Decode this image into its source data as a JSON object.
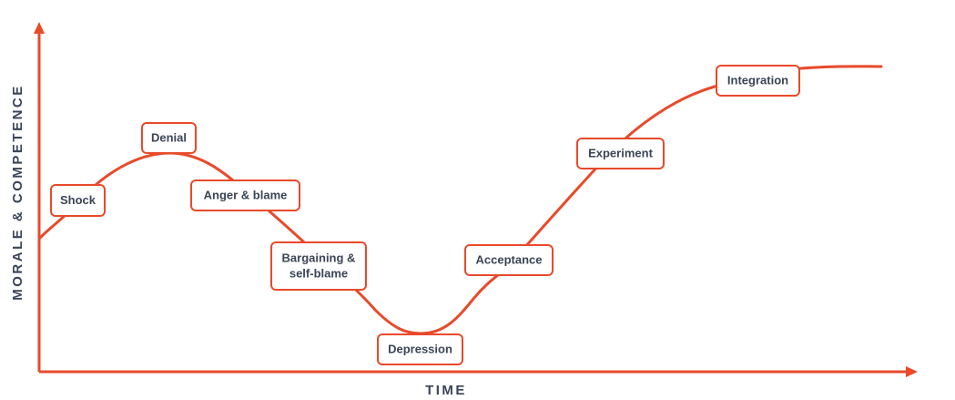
{
  "diagram": {
    "x_axis_label": "TIME",
    "y_axis_label": "MORALE & COMPETENCE",
    "line_color": "#e84a2a",
    "text_color": "#3a4556",
    "stages": [
      {
        "id": "shock",
        "label": "Shock"
      },
      {
        "id": "denial",
        "label": "Denial"
      },
      {
        "id": "anger",
        "label": "Anger & blame"
      },
      {
        "id": "bargaining",
        "label": "Bargaining &",
        "label2": "self-blame"
      },
      {
        "id": "depression",
        "label": "Depression"
      },
      {
        "id": "acceptance",
        "label": "Acceptance"
      },
      {
        "id": "experiment",
        "label": "Experiment"
      },
      {
        "id": "integration",
        "label": "Integration"
      }
    ]
  }
}
